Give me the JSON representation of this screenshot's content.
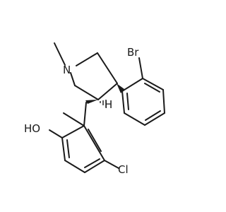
{
  "molecule": {
    "atom_labels": {
      "nitrogen": "N",
      "methyl": "",
      "bromine": "Br",
      "hydroxyl": "HO",
      "chlorine": "Cl",
      "stereo_h": "H"
    }
  }
}
